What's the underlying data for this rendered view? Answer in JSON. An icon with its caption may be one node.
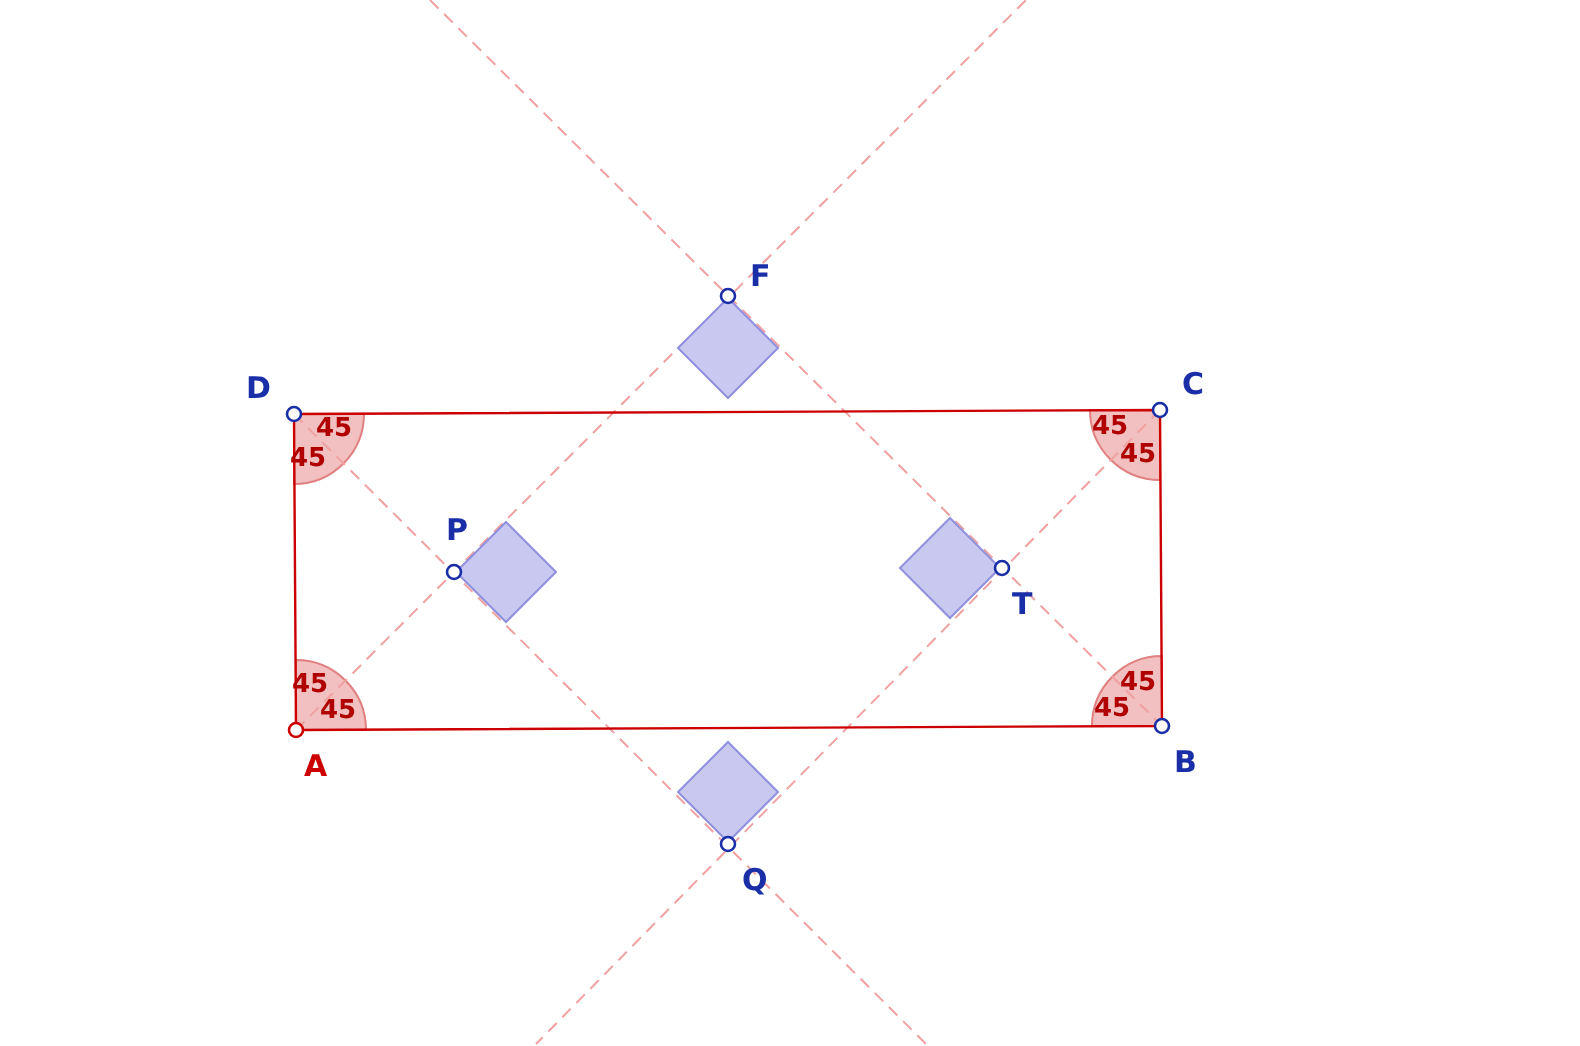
{
  "diagram": {
    "labels": [
      "F",
      "D",
      "45",
      "45",
      "C",
      "45",
      "45",
      "P",
      "T",
      "45",
      "45",
      "45",
      "45",
      "A",
      "B",
      "Q"
    ]
  }
}
